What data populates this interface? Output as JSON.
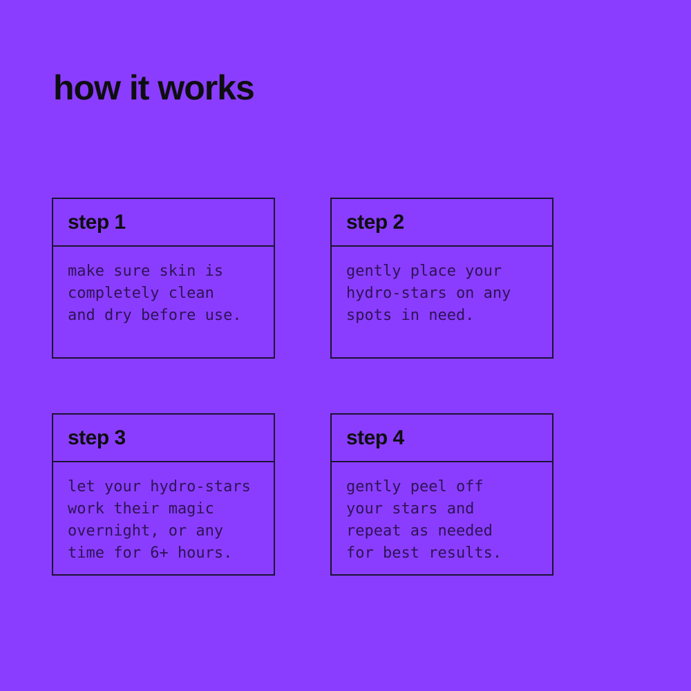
{
  "page": {
    "title": "how it works"
  },
  "colors": {
    "background": "#8B3DFF",
    "heading_text": "#0E0E12",
    "body_text": "#2D1356",
    "card_border": "#1A1233"
  },
  "steps": [
    {
      "label": "step 1",
      "body": "make sure skin is\ncompletely clean\nand dry before use."
    },
    {
      "label": "step 2",
      "body": "gently place your\nhydro-stars on any\nspots in need."
    },
    {
      "label": "step 3",
      "body": "let your hydro-stars\nwork their magic\novernight, or any\ntime for 6+ hours."
    },
    {
      "label": "step 4",
      "body": "gently peel off\nyour stars and\nrepeat as needed\nfor best results."
    }
  ]
}
